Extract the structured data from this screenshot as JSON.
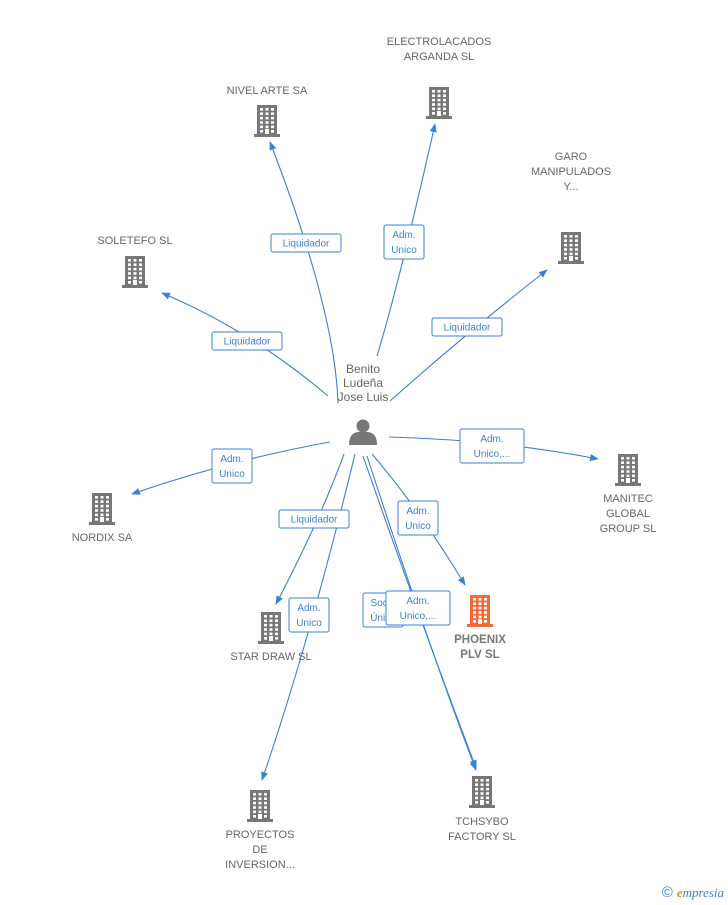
{
  "colors": {
    "edge": "#3d7fd6",
    "company_icon": "#777777",
    "focus_icon": "#f26a3a",
    "person_icon": "#777777"
  },
  "person": {
    "lines": [
      "Benito",
      "Ludeña",
      "Jose Luis"
    ],
    "icon": "person-icon"
  },
  "companies": [
    {
      "id": "nivel",
      "lines": [
        "NIVEL ARTE SA"
      ],
      "focus": false
    },
    {
      "id": "electro",
      "lines": [
        "ELECTROLACADOS",
        "ARGANDA SL"
      ],
      "focus": false
    },
    {
      "id": "garo",
      "lines": [
        "GARO",
        "MANIPULADOS",
        "Y..."
      ],
      "focus": false
    },
    {
      "id": "soletefo",
      "lines": [
        "SOLETEFO  SL"
      ],
      "focus": false
    },
    {
      "id": "manitec",
      "lines": [
        "MANITEC",
        "GLOBAL",
        "GROUP  SL"
      ],
      "focus": false
    },
    {
      "id": "nordix",
      "lines": [
        "NORDIX SA"
      ],
      "focus": false
    },
    {
      "id": "phoenix",
      "lines": [
        "PHOENIX",
        "PLV  SL"
      ],
      "focus": true
    },
    {
      "id": "stardraw",
      "lines": [
        "STAR DRAW SL"
      ],
      "focus": false
    },
    {
      "id": "proyectos",
      "lines": [
        "PROYECTOS",
        "DE",
        "INVERSION..."
      ],
      "focus": false
    },
    {
      "id": "tchsybo",
      "lines": [
        "TCHSYBO",
        "FACTORY  SL"
      ],
      "focus": false
    }
  ],
  "relations": [
    {
      "target": "nivel",
      "lines": [
        "Liquidador"
      ]
    },
    {
      "target": "electro",
      "lines": [
        "Adm.",
        "Unico"
      ]
    },
    {
      "target": "garo",
      "lines": [
        "Liquidador"
      ]
    },
    {
      "target": "soletefo",
      "lines": [
        "Liquidador"
      ]
    },
    {
      "target": "manitec",
      "lines": [
        "Adm.",
        "Unico,..."
      ]
    },
    {
      "target": "nordix",
      "lines": [
        "Adm.",
        "Unico"
      ]
    },
    {
      "target": "stardraw",
      "lines": [
        "Liquidador"
      ]
    },
    {
      "target": "phoenix",
      "lines": [
        "Adm.",
        "Unico"
      ]
    },
    {
      "target": "tchsybo",
      "lines": [
        "Socio",
        "Único"
      ]
    },
    {
      "target": "proyectos",
      "lines": [
        "Adm.",
        "Unico"
      ]
    },
    {
      "target": "tchsybo",
      "lines": [
        "Adm.",
        "Unico,..."
      ]
    }
  ],
  "footer": {
    "copyright": "©",
    "brand_initial": "e",
    "brand_rest": "mpresia"
  }
}
